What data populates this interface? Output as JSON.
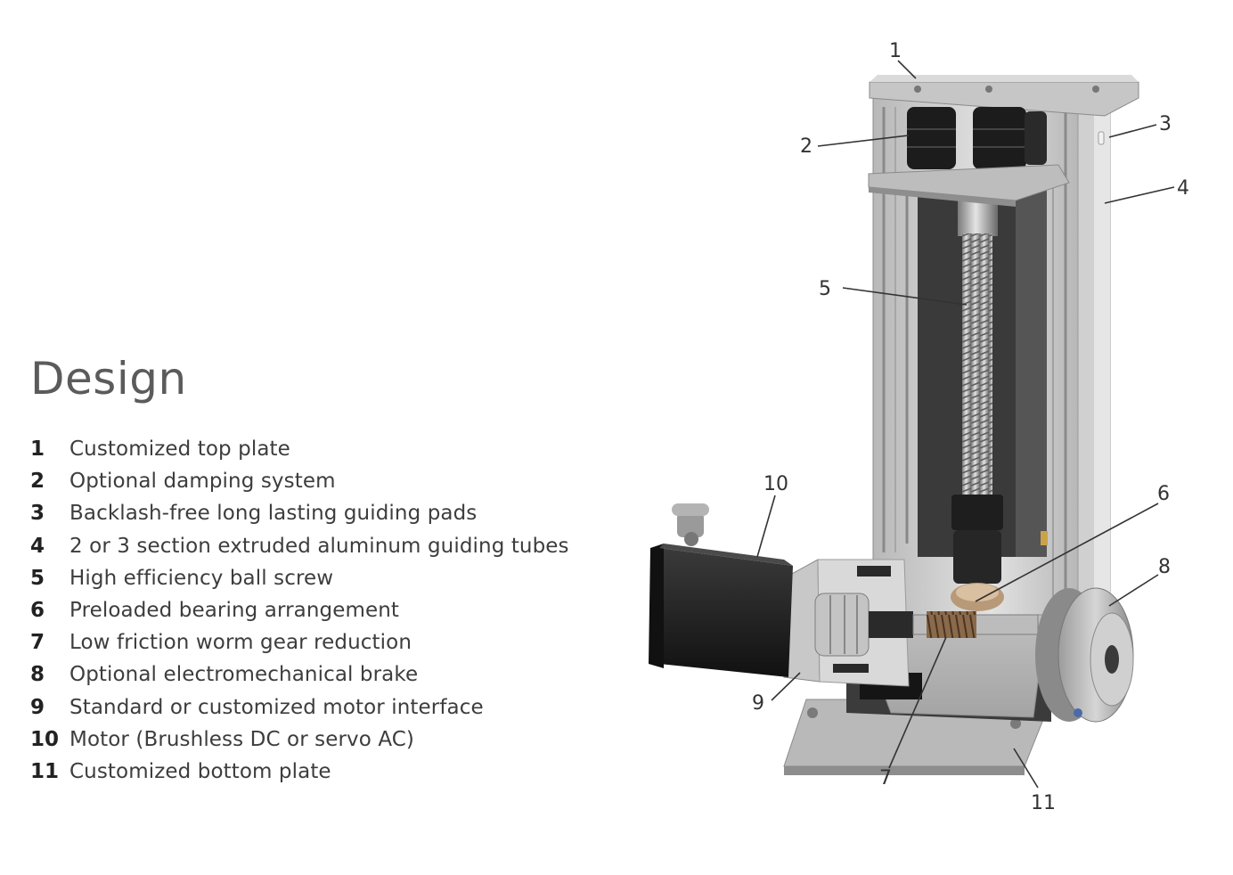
{
  "design": {
    "title": "Design",
    "items": [
      {
        "num": "1",
        "label": "Customized top plate"
      },
      {
        "num": "2",
        "label": "Optional damping system"
      },
      {
        "num": "3",
        "label": "Backlash-free long lasting guiding pads"
      },
      {
        "num": "4",
        "label": "2  or 3 section extruded aluminum guiding tubes"
      },
      {
        "num": "5",
        "label": "High efficiency ball screw"
      },
      {
        "num": "6",
        "label": "Preloaded bearing arrangement"
      },
      {
        "num": "7",
        "label": "Low friction worm gear reduction"
      },
      {
        "num": "8",
        "label": "Optional electromechanical brake"
      },
      {
        "num": "9",
        "label": "Standard or customized motor interface"
      },
      {
        "num": "10",
        "label": "Motor (Brushless DC or servo AC)"
      },
      {
        "num": "11",
        "label": "Customized bottom plate"
      }
    ]
  },
  "callouts": [
    "1",
    "2",
    "3",
    "4",
    "5",
    "6",
    "7",
    "8",
    "9",
    "10",
    "11"
  ],
  "colors": {
    "aluminum": "#c9c9c9",
    "aluminum_dark": "#9a9a9a",
    "motor": "#1e1e1e",
    "damper": "#2a2a2a",
    "bronze": "#a88a6a"
  }
}
